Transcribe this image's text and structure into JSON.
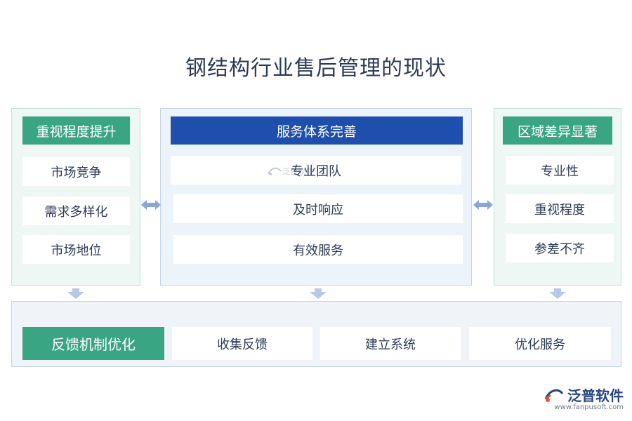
{
  "title": "钢结构行业售后管理的现状",
  "left": {
    "header": "重视程度提升",
    "items": [
      "市场竞争",
      "需求多样化",
      "市场地位"
    ]
  },
  "center": {
    "header": "服务体系完善",
    "items": [
      "专业团队",
      "及时响应",
      "有效服务"
    ]
  },
  "right": {
    "header": "区域差异显著",
    "items": [
      "专业性",
      "重视程度",
      "参差不齐"
    ]
  },
  "bottom": {
    "header": "反馈机制优化",
    "items": [
      "收集反馈",
      "建立系统",
      "优化服务"
    ]
  },
  "logo": {
    "name": "泛普软件",
    "url": "www.fanpusoft.com"
  },
  "watermark": "泛普软件",
  "colors": {
    "green": "#3aa583",
    "blue": "#1e4fad",
    "text": "#2d3b55",
    "arrow": "#8aa6d6"
  }
}
